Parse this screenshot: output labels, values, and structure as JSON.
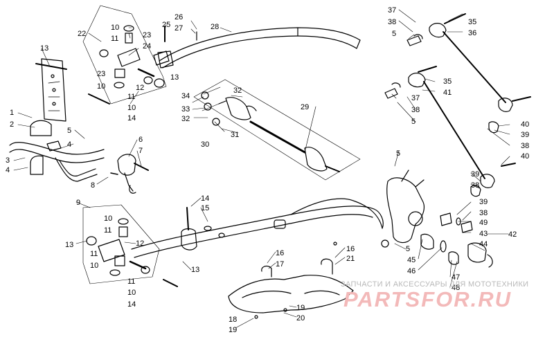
{
  "diagram": {
    "callouts": [
      {
        "n": "1"
      },
      {
        "n": "2"
      },
      {
        "n": "3"
      },
      {
        "n": "4"
      },
      {
        "n": "4"
      },
      {
        "n": "5"
      },
      {
        "n": "6"
      },
      {
        "n": "7"
      },
      {
        "n": "8"
      },
      {
        "n": "9"
      },
      {
        "n": "10"
      },
      {
        "n": "11"
      },
      {
        "n": "12"
      },
      {
        "n": "13"
      },
      {
        "n": "11"
      },
      {
        "n": "10"
      },
      {
        "n": "11"
      },
      {
        "n": "10"
      },
      {
        "n": "14"
      },
      {
        "n": "13"
      },
      {
        "n": "22"
      },
      {
        "n": "10"
      },
      {
        "n": "11"
      },
      {
        "n": "23"
      },
      {
        "n": "24"
      },
      {
        "n": "25"
      },
      {
        "n": "26"
      },
      {
        "n": "27"
      },
      {
        "n": "28"
      },
      {
        "n": "23"
      },
      {
        "n": "10"
      },
      {
        "n": "12"
      },
      {
        "n": "13"
      },
      {
        "n": "11"
      },
      {
        "n": "10"
      },
      {
        "n": "14"
      },
      {
        "n": "34"
      },
      {
        "n": "33"
      },
      {
        "n": "32"
      },
      {
        "n": "32"
      },
      {
        "n": "31"
      },
      {
        "n": "30"
      },
      {
        "n": "29"
      },
      {
        "n": "14"
      },
      {
        "n": "15"
      },
      {
        "n": "13"
      },
      {
        "n": "16"
      },
      {
        "n": "17"
      },
      {
        "n": "16"
      },
      {
        "n": "21"
      },
      {
        "n": "18"
      },
      {
        "n": "19"
      },
      {
        "n": "19"
      },
      {
        "n": "20"
      },
      {
        "n": "37"
      },
      {
        "n": "38"
      },
      {
        "n": "5"
      },
      {
        "n": "35"
      },
      {
        "n": "36"
      },
      {
        "n": "35"
      },
      {
        "n": "41"
      },
      {
        "n": "37"
      },
      {
        "n": "38"
      },
      {
        "n": "5"
      },
      {
        "n": "40"
      },
      {
        "n": "39"
      },
      {
        "n": "38"
      },
      {
        "n": "40"
      },
      {
        "n": "5"
      },
      {
        "n": "39"
      },
      {
        "n": "38"
      },
      {
        "n": "39"
      },
      {
        "n": "38"
      },
      {
        "n": "49"
      },
      {
        "n": "43"
      },
      {
        "n": "42"
      },
      {
        "n": "44"
      },
      {
        "n": "5"
      },
      {
        "n": "45"
      },
      {
        "n": "46"
      },
      {
        "n": "47"
      },
      {
        "n": "48"
      }
    ]
  },
  "watermark": {
    "caption": "ЗАПЧАСТИ И АКСЕССУАРЫ ДЛЯ МОТОТЕХНИКИ",
    "brand": "PARTSFOR.RU"
  }
}
